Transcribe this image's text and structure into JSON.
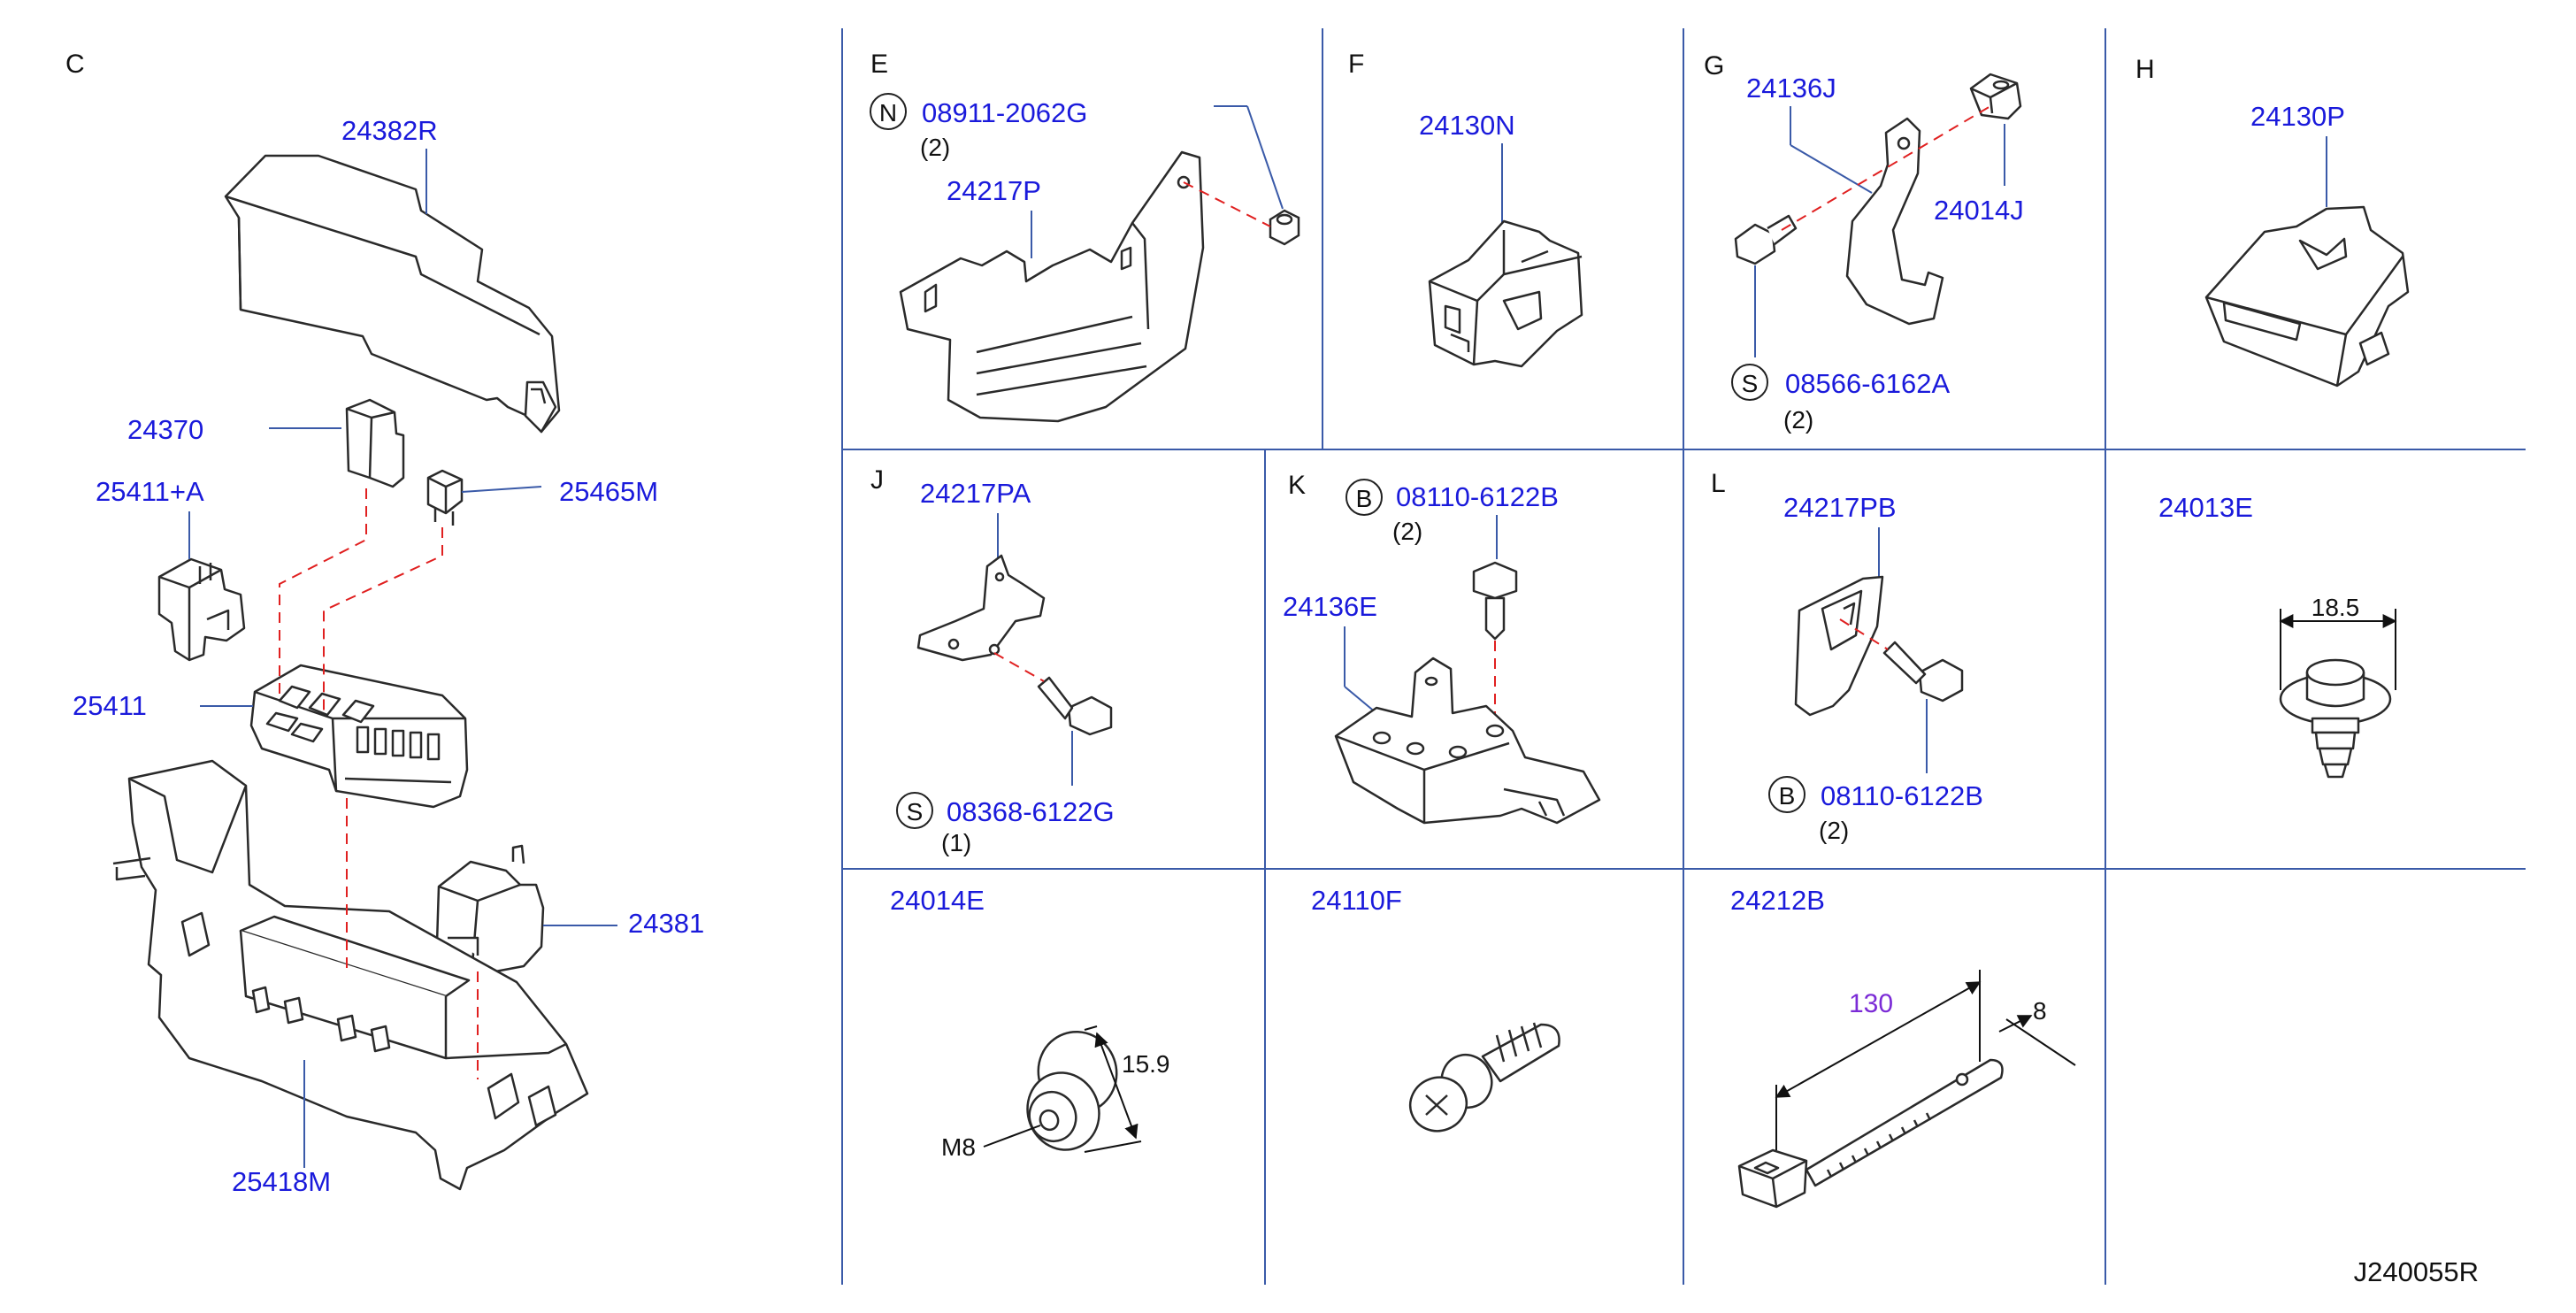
{
  "doc_id": "J240055R",
  "colors": {
    "part_number": "#1a1adb",
    "dimension_special": "#7b2bd6",
    "grid_lines": "#3a5aa8",
    "leader_dash": "#e02020",
    "ink": "#2a2a2a"
  },
  "sections": {
    "C": {
      "letter": "C",
      "parts": {
        "p24382R": "24382R",
        "p24370": "24370",
        "p25411A": "25411+A",
        "p25465M": "25465M",
        "p25411": "25411",
        "p24381": "24381",
        "p25418M": "25418M"
      }
    },
    "E": {
      "letter": "E",
      "circle": "N",
      "fastener": "08911-2062G",
      "qty": "(2)",
      "part": "24217P"
    },
    "F": {
      "letter": "F",
      "part": "24130N"
    },
    "G": {
      "letter": "G",
      "part_a": "24136J",
      "part_b": "24014J",
      "circle": "S",
      "fastener": "08566-6162A",
      "qty": "(2)"
    },
    "H": {
      "letter": "H",
      "part": "24130P"
    },
    "J": {
      "letter": "J",
      "part": "24217PA",
      "circle": "S",
      "fastener": "08368-6122G",
      "qty": "(1)"
    },
    "K": {
      "letter": "K",
      "circle": "B",
      "fastener": "08110-6122B",
      "qty": "(2)",
      "part": "24136E"
    },
    "L": {
      "letter": "L",
      "part": "24217PB",
      "circle": "B",
      "fastener": "08110-6122B",
      "qty": "(2)"
    },
    "M": {
      "part": "24013E",
      "dim": "18.5"
    },
    "N": {
      "part": "24014E",
      "dim": "15.9",
      "thread": "M8"
    },
    "O": {
      "part": "24110F"
    },
    "P": {
      "part": "24212B",
      "length": "130",
      "width": "8"
    }
  }
}
